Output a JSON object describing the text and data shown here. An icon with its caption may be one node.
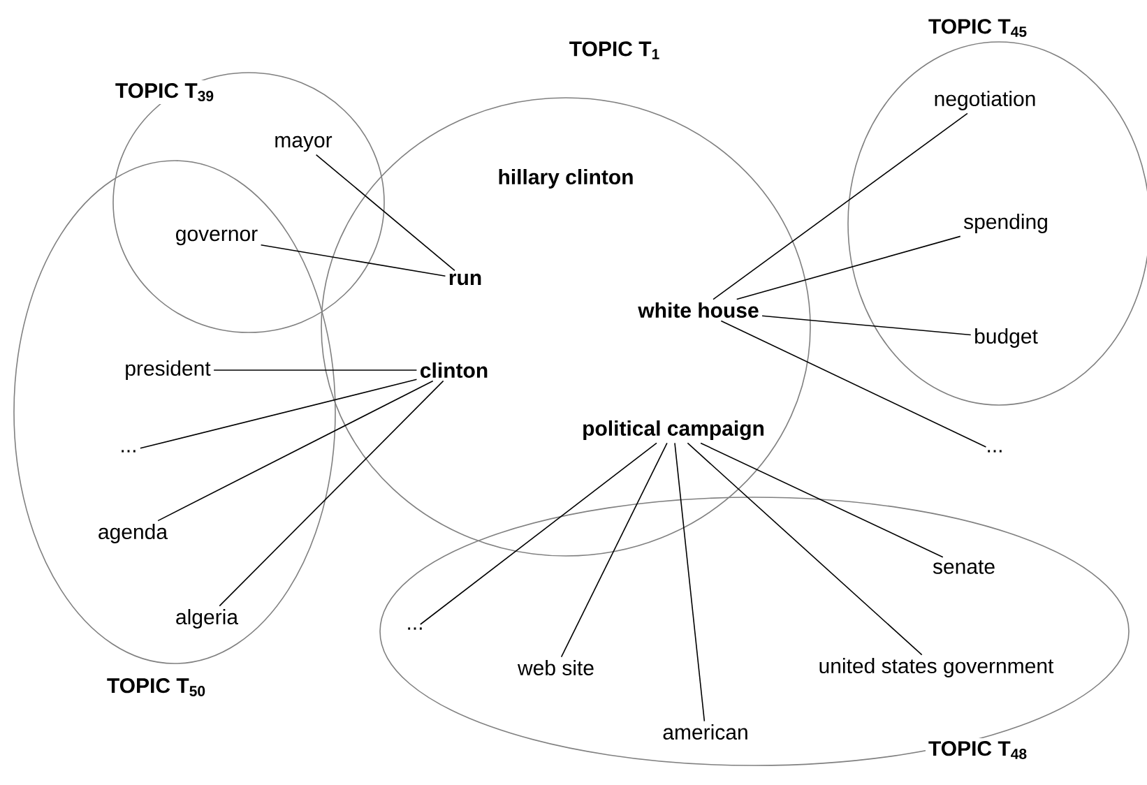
{
  "diagram": {
    "nodes": [
      {
        "text": [
          "TOPIC T$_{39}$"
        ]
      },
      {
        "text": [
          "mayor"
        ],
        "in": 0
      },
      {
        "text": [
          "governor"
        ]
      },
      {
        "text": [
          "TOPIC T$_{1}$",
          "hillary clinton"
        ]
      },
      {
        "text": [
          "run"
        ],
        "in": 3
      },
      {
        "text": [
          "clinton"
        ],
        "in": 3
      },
      {
        "text": [
          "white house"
        ],
        "in": 3
      },
      {
        "text": [
          "political campaign"
        ],
        "in": 3
      },
      {
        "text": [
          "TOPIC T$_{45}$"
        ]
      },
      {
        "text": [
          "negotiation"
        ],
        "in": 8
      },
      {
        "text": [
          "spending"
        ],
        "in": 8
      },
      {
        "text": [
          "budget"
        ],
        "in": 8
      },
      {
        "text": [
          "..."
        ]
      },
      {
        "text": [
          "TOPIC T$_{50}$"
        ]
      },
      {
        "text": [
          "president"
        ],
        "in": 13
      },
      {
        "text": [
          "..."
        ],
        "in": 13
      },
      {
        "text": [
          "agenda"
        ],
        "in": 13
      },
      {
        "text": [
          "algeria"
        ],
        "in": 13
      },
      {
        "text": [
          "TOPIC T$_{48}$"
        ]
      },
      {
        "text": [
          "..."
        ],
        "in": 18
      },
      {
        "text": [
          "web site"
        ],
        "in": 18
      },
      {
        "text": [
          "american"
        ],
        "in": 18
      },
      {
        "text": [
          "senate"
        ],
        "in": 18
      },
      {
        "text": [
          "united states government"
        ],
        "in": 18
      }
    ],
    "edges": [
      {
        "from": 1,
        "to": 4,
        "arrow": "none"
      },
      {
        "from": 2,
        "to": 4,
        "arrow": "none"
      },
      {
        "from": 14,
        "to": 5,
        "arrow": "none"
      },
      {
        "from": 15,
        "to": 5,
        "arrow": "none"
      },
      {
        "from": 16,
        "to": 5,
        "arrow": "none"
      },
      {
        "from": 17,
        "to": 5,
        "arrow": "none"
      },
      {
        "from": 9,
        "to": 6,
        "arrow": "none"
      },
      {
        "from": 10,
        "to": 6,
        "arrow": "none"
      },
      {
        "from": 11,
        "to": 6,
        "arrow": "none"
      },
      {
        "from": 12,
        "to": 6,
        "arrow": "none"
      },
      {
        "from": 19,
        "to": 7,
        "arrow": "none"
      },
      {
        "from": 20,
        "to": 7,
        "arrow": "none"
      },
      {
        "from": 21,
        "to": 7,
        "arrow": "none"
      },
      {
        "from": 23,
        "to": 7,
        "arrow": "none"
      },
      {
        "from": 22,
        "to": 7,
        "arrow": "none"
      }
    ]
  }
}
